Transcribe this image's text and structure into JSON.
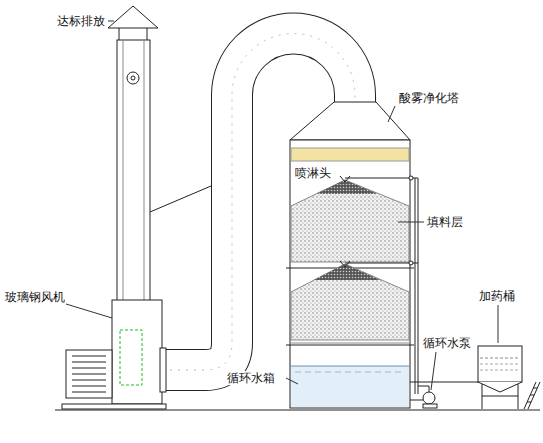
{
  "diagram": {
    "labels": [
      "达标排放",
      "酸雾净化塔",
      "喷淋头",
      "填料层",
      "玻璃钢风机",
      "加药桶",
      "循环水泵",
      "循环水箱"
    ]
  }
}
